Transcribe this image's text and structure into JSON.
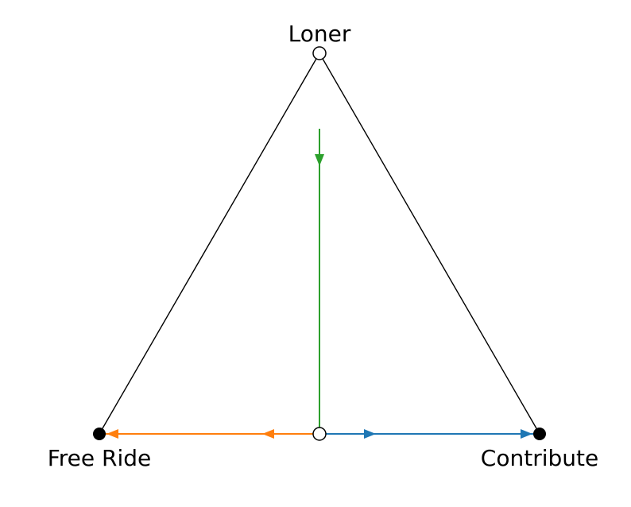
{
  "diagram": {
    "type": "simplex-phase-portrait",
    "vertices": {
      "top": {
        "label": "Loner",
        "fixed_point": "unstable"
      },
      "left": {
        "label": "Free Ride",
        "fixed_point": "stable"
      },
      "right": {
        "label": "Contribute",
        "fixed_point": "stable"
      }
    },
    "interior_fixed_point": {
      "location": "midpoint of Free Ride–Contribute edge",
      "type": "unstable"
    },
    "trajectories": [
      {
        "name": "toward-free-ride",
        "color": "#ff7f0e",
        "direction": "from bottom midpoint to Free Ride"
      },
      {
        "name": "toward-contribute",
        "color": "#1f77b4",
        "direction": "from bottom midpoint to Contribute"
      },
      {
        "name": "from-loner-side",
        "color": "#2ca02c",
        "direction": "from upper interior down to bottom midpoint"
      }
    ],
    "colors": {
      "edge": "#000000",
      "stable_point": "#000000",
      "unstable_point_fill": "#ffffff"
    }
  }
}
